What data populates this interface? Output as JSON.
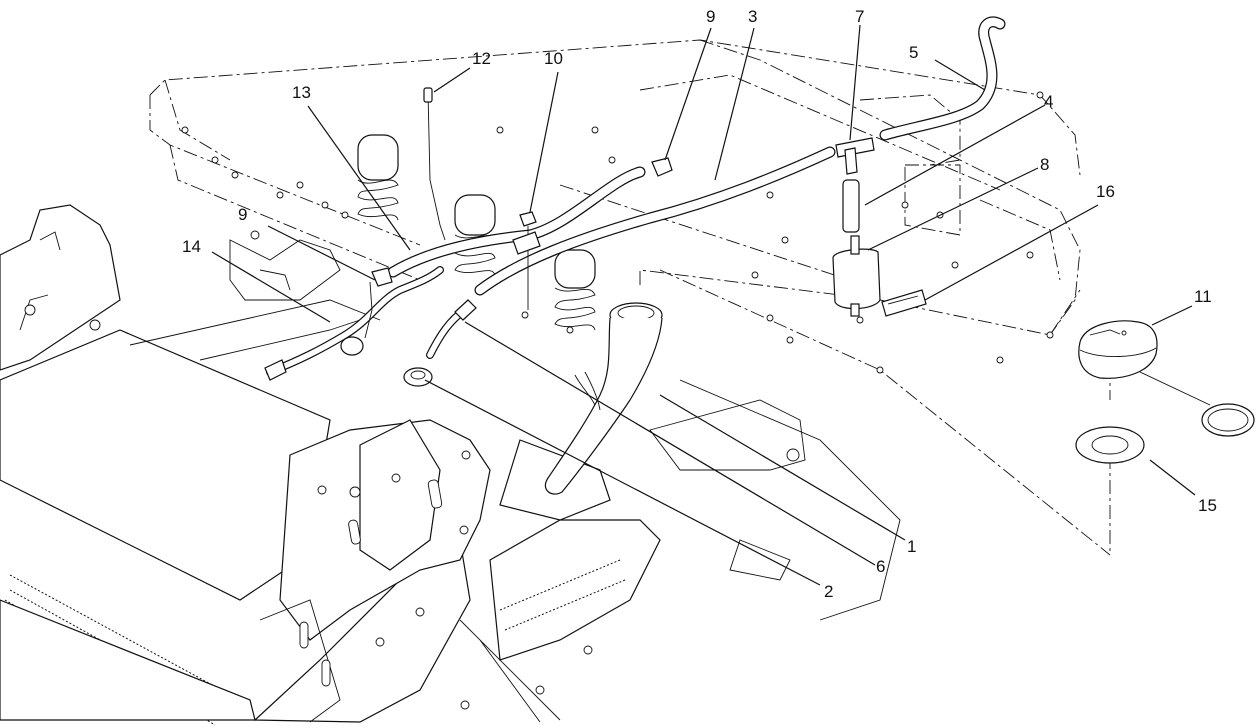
{
  "callouts": {
    "c1": "1",
    "c2": "2",
    "c3": "3",
    "c4": "4",
    "c5": "5",
    "c6": "6",
    "c7": "7",
    "c8": "8",
    "c9a": "9",
    "c9b": "9",
    "c10": "10",
    "c11": "11",
    "c12": "12",
    "c13": "13",
    "c14": "14",
    "c15": "15",
    "c16": "16"
  },
  "colors": {
    "line": "#111111",
    "background": "#ffffff"
  }
}
